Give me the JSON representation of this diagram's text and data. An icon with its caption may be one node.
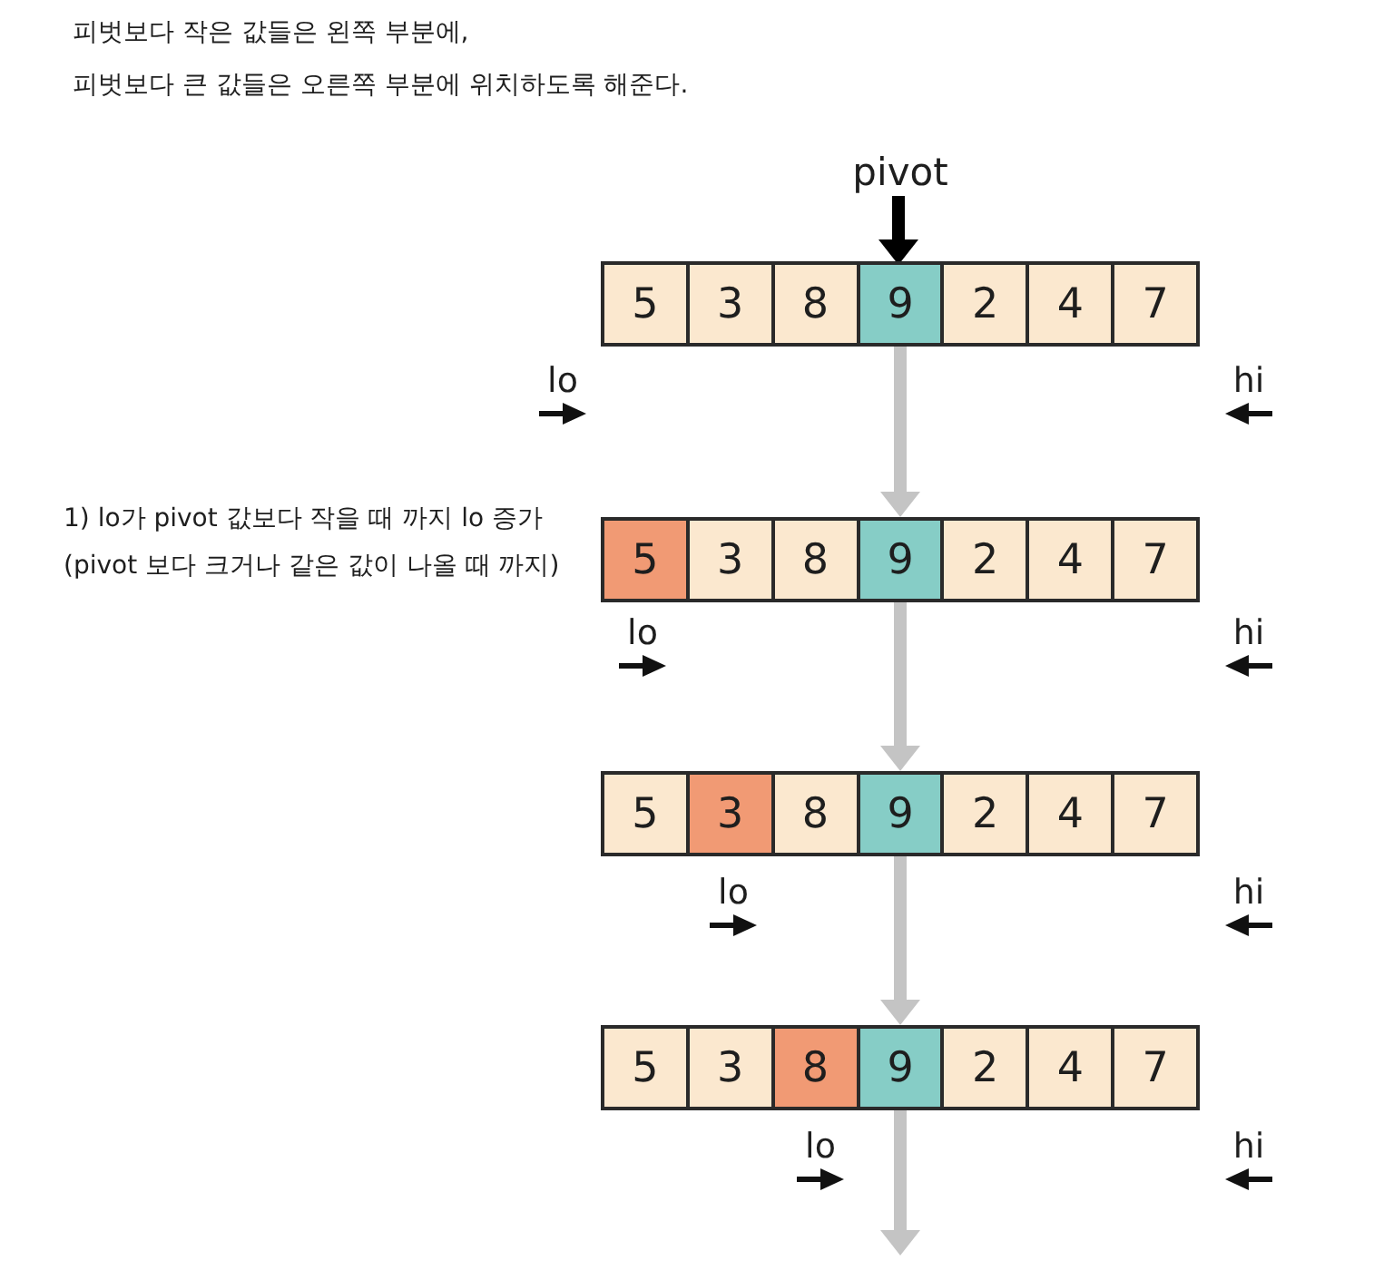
{
  "diagram": {
    "nodes": [
      {
        "text": [
          "pivot"
        ]
      },
      {
        "text": [],
        "shape": "box"
      },
      {
        "text": [
          "5"
        ],
        "in": 1
      },
      {
        "text": [
          "3"
        ],
        "in": 1
      },
      {
        "text": [
          "8"
        ],
        "in": 1
      },
      {
        "text": [
          "9"
        ],
        "in": 1
      },
      {
        "text": [
          "2"
        ],
        "in": 1
      },
      {
        "text": [
          "4"
        ],
        "in": 1
      },
      {
        "text": [
          "7"
        ],
        "in": 1
      },
      {
        "text": [],
        "shape": "box"
      },
      {
        "text": [
          "5"
        ],
        "in": 9
      },
      {
        "text": [
          "3"
        ],
        "in": 9
      },
      {
        "text": [
          "8"
        ],
        "in": 9
      },
      {
        "text": [
          "9"
        ],
        "in": 9
      },
      {
        "text": [
          "2"
        ],
        "in": 9
      },
      {
        "text": [
          "4"
        ],
        "in": 9
      },
      {
        "text": [
          "7"
        ],
        "in": 9
      },
      {
        "text": [],
        "shape": "box"
      },
      {
        "text": [
          "5"
        ],
        "in": 17
      },
      {
        "text": [
          "3"
        ],
        "in": 17
      },
      {
        "text": [
          "8"
        ],
        "in": 17
      },
      {
        "text": [
          "9"
        ],
        "in": 17
      },
      {
        "text": [
          "2"
        ],
        "in": 17
      },
      {
        "text": [
          "4"
        ],
        "in": 17
      },
      {
        "text": [
          "7"
        ],
        "in": 17
      },
      {
        "text": [],
        "shape": "box"
      },
      {
        "text": [
          "5"
        ],
        "in": 25
      },
      {
        "text": [
          "3"
        ],
        "in": 25
      },
      {
        "text": [
          "8"
        ],
        "in": 25
      },
      {
        "text": [
          "9"
        ],
        "in": 25
      },
      {
        "text": [
          "2"
        ],
        "in": 25
      },
      {
        "text": [
          "4"
        ],
        "in": 25
      },
      {
        "text": [
          "7"
        ],
        "in": 25
      }
    ],
    "edges": [
      {
        "from": 0,
        "to": 5,
        "arrow": "to",
        "color": "#000000"
      },
      {
        "from": 1,
        "to": 9,
        "arrow": "to"
      },
      {
        "from": 9,
        "to": 17,
        "arrow": "to"
      },
      {
        "from": 17,
        "to": 25,
        "arrow": "to"
      },
      {
        "from": 25,
        "to": null,
        "arrow": "to"
      }
    ],
    "labels": [
      "피벗보다 작은 값들은 왼쪽 부분에,",
      "피벗보다 큰 값들은 오른쪽 부분에 위치하도록 해준다.",
      "lo",
      "hi",
      "1) lo가 pivot 값보다 작을 때 까지 lo 증가",
      "(pivot 보다 크거나 같은 값이 나올 때 까지)",
      "lo",
      "hi",
      "lo",
      "hi",
      "lo",
      "hi"
    ]
  }
}
